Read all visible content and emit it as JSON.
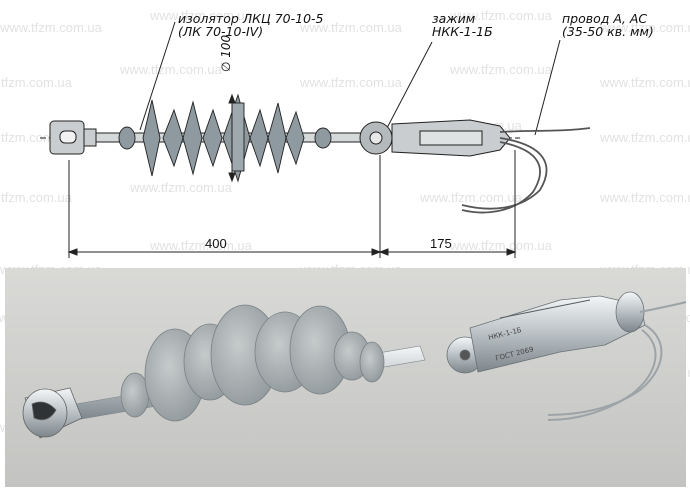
{
  "watermark": "www.tfzm.com.ua",
  "labels": {
    "insulator_line1": "изолятор ЛКЦ 70-10-5",
    "insulator_line2": "(ЛК 70-10-IV)",
    "clamp_line1": "зажим",
    "clamp_line2": "НКК-1-1Б",
    "wire_line1": "провод А, АС",
    "wire_line2": "(35-50 кв. мм)",
    "diameter": "∅ 100"
  },
  "dimensions": {
    "insulator_length": "400",
    "clamp_length": "175"
  },
  "clamp_marks": {
    "model": "НКК-1-1Б",
    "standard": "ГОСТ 2069"
  },
  "colors": {
    "insulator_sheds": "#8e9aa0",
    "photo_background": "#cfd0cd",
    "line": "#222222"
  }
}
